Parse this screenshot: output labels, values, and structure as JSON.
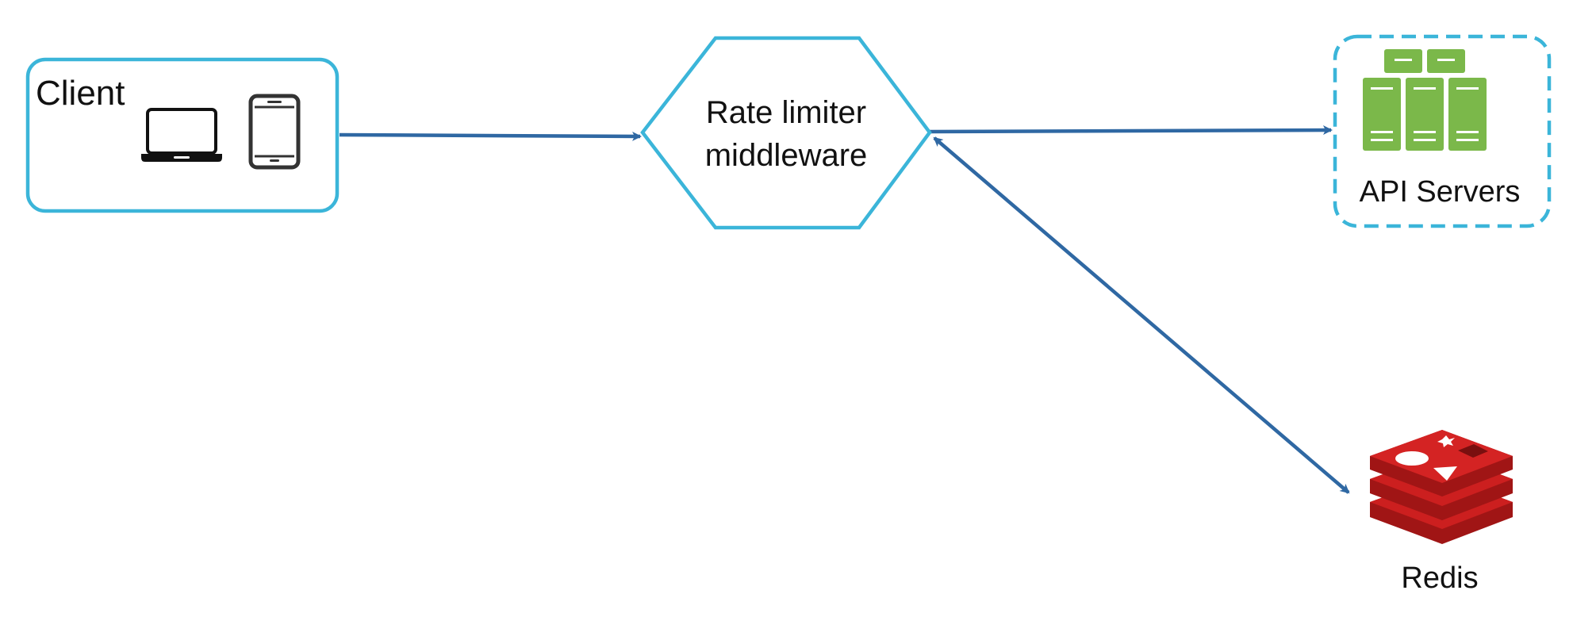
{
  "nodes": {
    "client": {
      "label": "Client",
      "devices": [
        "laptop-icon",
        "tablet-icon"
      ]
    },
    "rate_limiter": {
      "label_line1": "Rate limiter",
      "label_line2": "middleware"
    },
    "api_servers": {
      "label": "API Servers",
      "icon": "server-rack-icon"
    },
    "redis": {
      "label": "Redis",
      "icon": "redis-logo-icon"
    }
  },
  "edges": [
    {
      "from": "client",
      "to": "rate_limiter",
      "direction": "forward"
    },
    {
      "from": "rate_limiter",
      "to": "api_servers",
      "direction": "forward"
    },
    {
      "from": "rate_limiter",
      "to": "redis",
      "direction": "bidirectional"
    }
  ],
  "colors": {
    "node_border": "#3bb5d9",
    "arrow": "#2f68a3",
    "server": "#7bb84a",
    "redis_top": "#cc1f1f",
    "redis_side": "#a01515",
    "icon_dark": "#111111"
  }
}
